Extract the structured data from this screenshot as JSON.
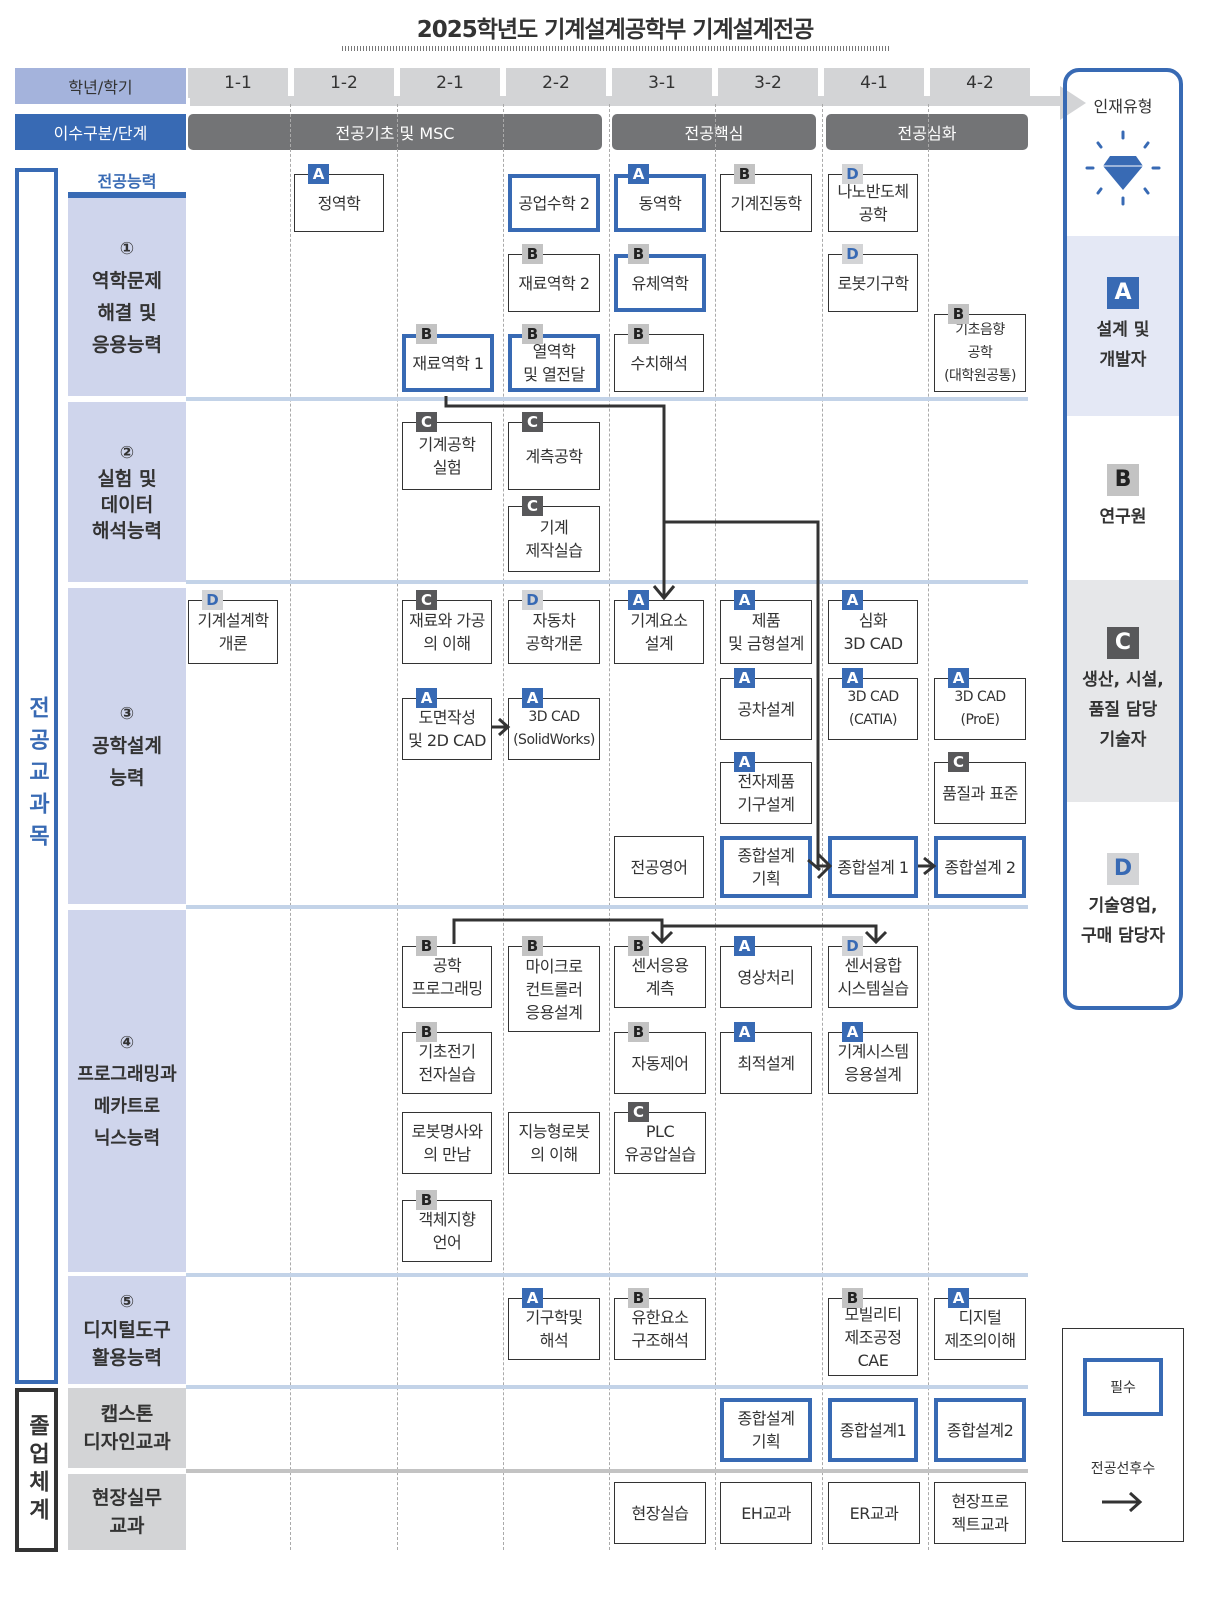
{
  "title": "2025학년도 기계설계공학부 기계설계전공",
  "header": {
    "semester_label": "학년/학기",
    "semesters": [
      "1-1",
      "1-2",
      "2-1",
      "2-2",
      "3-1",
      "3-2",
      "4-1",
      "4-2"
    ],
    "stage_label": "이수구분/단계",
    "stages": [
      "전공기초 및 MSC",
      "전공핵심",
      "전공심화"
    ]
  },
  "ability_header": "전공능력",
  "major_group_label": "전공교과목",
  "graduation_group_label": "졸업체계",
  "categories": [
    {
      "num": "①",
      "label": "역학문제\n해결 및\n응용능력"
    },
    {
      "num": "②",
      "label": "실험 및\n데이터\n해석능력"
    },
    {
      "num": "③",
      "label": "공학설계\n능력"
    },
    {
      "num": "④",
      "label": "프로그래밍과\n메카트로\n닉스능력"
    },
    {
      "num": "⑤",
      "label": "디지털도구\n활용능력"
    },
    {
      "num": "",
      "label": "캡스톤\n디자인교과"
    },
    {
      "num": "",
      "label": "현장실무\n교과"
    }
  ],
  "courses": [
    {
      "name": "정역학",
      "badge": "A",
      "required": false
    },
    {
      "name": "공업수학 2",
      "badge": "",
      "required": true
    },
    {
      "name": "재료역학 2",
      "badge": "B",
      "required": false
    },
    {
      "name": "열역학\n및 열전달",
      "badge": "B",
      "required": true
    },
    {
      "name": "재료역학 1",
      "badge": "B",
      "required": true
    },
    {
      "name": "동역학",
      "badge": "A",
      "required": true
    },
    {
      "name": "유체역학",
      "badge": "B",
      "required": true
    },
    {
      "name": "수치해석",
      "badge": "B",
      "required": false
    },
    {
      "name": "기계진동학",
      "badge": "B",
      "required": false
    },
    {
      "name": "나노반도체\n공학",
      "badge": "D",
      "required": false
    },
    {
      "name": "로봇기구학",
      "badge": "D",
      "required": false
    },
    {
      "name": "기초음향\n공학\n(대학원공통)",
      "badge": "B",
      "required": false
    },
    {
      "name": "기계공학\n실험",
      "badge": "C",
      "required": false
    },
    {
      "name": "계측공학",
      "badge": "C",
      "required": false
    },
    {
      "name": "기계\n제작실습",
      "badge": "C",
      "required": false
    },
    {
      "name": "기계설계학\n개론",
      "badge": "D",
      "required": false
    },
    {
      "name": "재료와 가공\n의 이해",
      "badge": "C",
      "required": false
    },
    {
      "name": "자동차\n공학개론",
      "badge": "D",
      "required": false
    },
    {
      "name": "도면작성\n및 2D CAD",
      "badge": "A",
      "required": false
    },
    {
      "name": "3D CAD\n(SolidWorks)",
      "badge": "A",
      "required": false
    },
    {
      "name": "기계요소\n설계",
      "badge": "A",
      "required": false
    },
    {
      "name": "전공영어",
      "badge": "",
      "required": false
    },
    {
      "name": "제품\n및 금형설계",
      "badge": "A",
      "required": false
    },
    {
      "name": "공차설계",
      "badge": "A",
      "required": false
    },
    {
      "name": "전자제품\n기구설계",
      "badge": "A",
      "required": false
    },
    {
      "name": "종합설계\n기획",
      "badge": "",
      "required": true
    },
    {
      "name": "심화\n3D CAD",
      "badge": "A",
      "required": false
    },
    {
      "name": "3D CAD\n(CATIA)",
      "badge": "A",
      "required": false
    },
    {
      "name": "종합설계 1",
      "badge": "",
      "required": true
    },
    {
      "name": "3D CAD\n(ProE)",
      "badge": "A",
      "required": false
    },
    {
      "name": "품질과 표준",
      "badge": "C",
      "required": false
    },
    {
      "name": "종합설계 2",
      "badge": "",
      "required": true
    },
    {
      "name": "공학\n프로그래밍",
      "badge": "B",
      "required": false
    },
    {
      "name": "기초전기\n전자실습",
      "badge": "B",
      "required": false
    },
    {
      "name": "로봇명사와\n의 만남",
      "badge": "",
      "required": false
    },
    {
      "name": "객체지향\n언어",
      "badge": "B",
      "required": false
    },
    {
      "name": "마이크로\n컨트롤러\n응용설계",
      "badge": "B",
      "required": false
    },
    {
      "name": "지능형로봇\n의 이해",
      "badge": "",
      "required": false
    },
    {
      "name": "센서응용\n계측",
      "badge": "B",
      "required": false
    },
    {
      "name": "자동제어",
      "badge": "B",
      "required": false
    },
    {
      "name": "PLC\n유공압실습",
      "badge": "C",
      "required": false
    },
    {
      "name": "영상처리",
      "badge": "A",
      "required": false
    },
    {
      "name": "최적설계",
      "badge": "A",
      "required": false
    },
    {
      "name": "센서융합\n시스템실습",
      "badge": "D",
      "required": false
    },
    {
      "name": "기계시스템\n응용설계",
      "badge": "A",
      "required": false
    },
    {
      "name": "기구학및\n해석",
      "badge": "A",
      "required": false
    },
    {
      "name": "유한요소\n구조해석",
      "badge": "B",
      "required": false
    },
    {
      "name": "모빌리티\n제조공정\nCAE",
      "badge": "B",
      "required": false
    },
    {
      "name": "디지털\n제조의이해",
      "badge": "A",
      "required": false
    },
    {
      "name": "종합설계\n기획",
      "badge": "",
      "required": true
    },
    {
      "name": "종합설계1",
      "badge": "",
      "required": true
    },
    {
      "name": "종합설계2",
      "badge": "",
      "required": true
    },
    {
      "name": "현장실습",
      "badge": "",
      "required": false
    },
    {
      "name": "EH교과",
      "badge": "",
      "required": false
    },
    {
      "name": "ER교과",
      "badge": "",
      "required": false
    },
    {
      "name": "현장프로\n젝트교과",
      "badge": "",
      "required": false
    }
  ],
  "talent_panel": {
    "title": "인재유형",
    "icon": "diamond-icon",
    "types": [
      {
        "badge": "A",
        "label": "설계 및\n개발자"
      },
      {
        "badge": "B",
        "label": "연구원"
      },
      {
        "badge": "C",
        "label": "생산, 시설,\n품질 담당\n기술자"
      },
      {
        "badge": "D",
        "label": "기술영업,\n구매 담당자"
      }
    ]
  },
  "legend": {
    "required_label": "필수",
    "prerequisite_label": "전공선후수",
    "prerequisite_icon": "arrow-right-icon"
  },
  "colors": {
    "primary_blue": "#386ab4",
    "light_blue": "#cfd5ec",
    "stage_gray": "#737476",
    "semester_gray": "#d3d4d6"
  }
}
